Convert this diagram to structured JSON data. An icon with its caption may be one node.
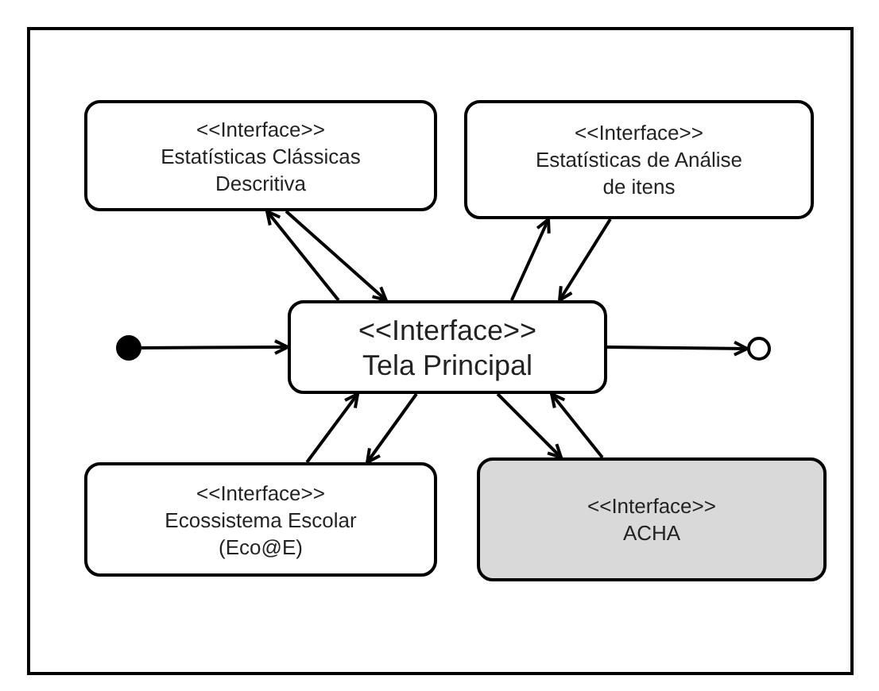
{
  "diagram": {
    "nodes": [
      {
        "text": [
          "<<Interface>>",
          "Estatísticas Clássicas Descritiva"
        ]
      },
      {
        "text": [
          "<<Interface>>",
          "Estatísticas de Análise de itens"
        ]
      },
      {
        "text": [],
        "shape": "circle"
      },
      {
        "text": [
          "<<Interface>>",
          "Tela Principal"
        ]
      },
      {
        "text": [],
        "shape": "circle"
      },
      {
        "text": [
          "<<Interface>>",
          "Ecossistema Escolar (Eco@E)"
        ]
      },
      {
        "text": [
          "<<Interface>>",
          "ACHA"
        ]
      }
    ],
    "edges": [
      {
        "from": 3,
        "to": 0,
        "arrow": "to"
      },
      {
        "from": 0,
        "to": 3,
        "arrow": "to"
      },
      {
        "from": 3,
        "to": 1,
        "arrow": "to"
      },
      {
        "from": 1,
        "to": 3,
        "arrow": "to"
      },
      {
        "from": 2,
        "to": 3,
        "arrow": "to"
      },
      {
        "from": 3,
        "to": 4,
        "arrow": "to"
      },
      {
        "from": 5,
        "to": 3,
        "arrow": "to"
      },
      {
        "from": 3,
        "to": 5,
        "arrow": "to"
      },
      {
        "from": 3,
        "to": 6,
        "arrow": "to"
      },
      {
        "from": 6,
        "to": 3,
        "arrow": "to"
      }
    ]
  }
}
